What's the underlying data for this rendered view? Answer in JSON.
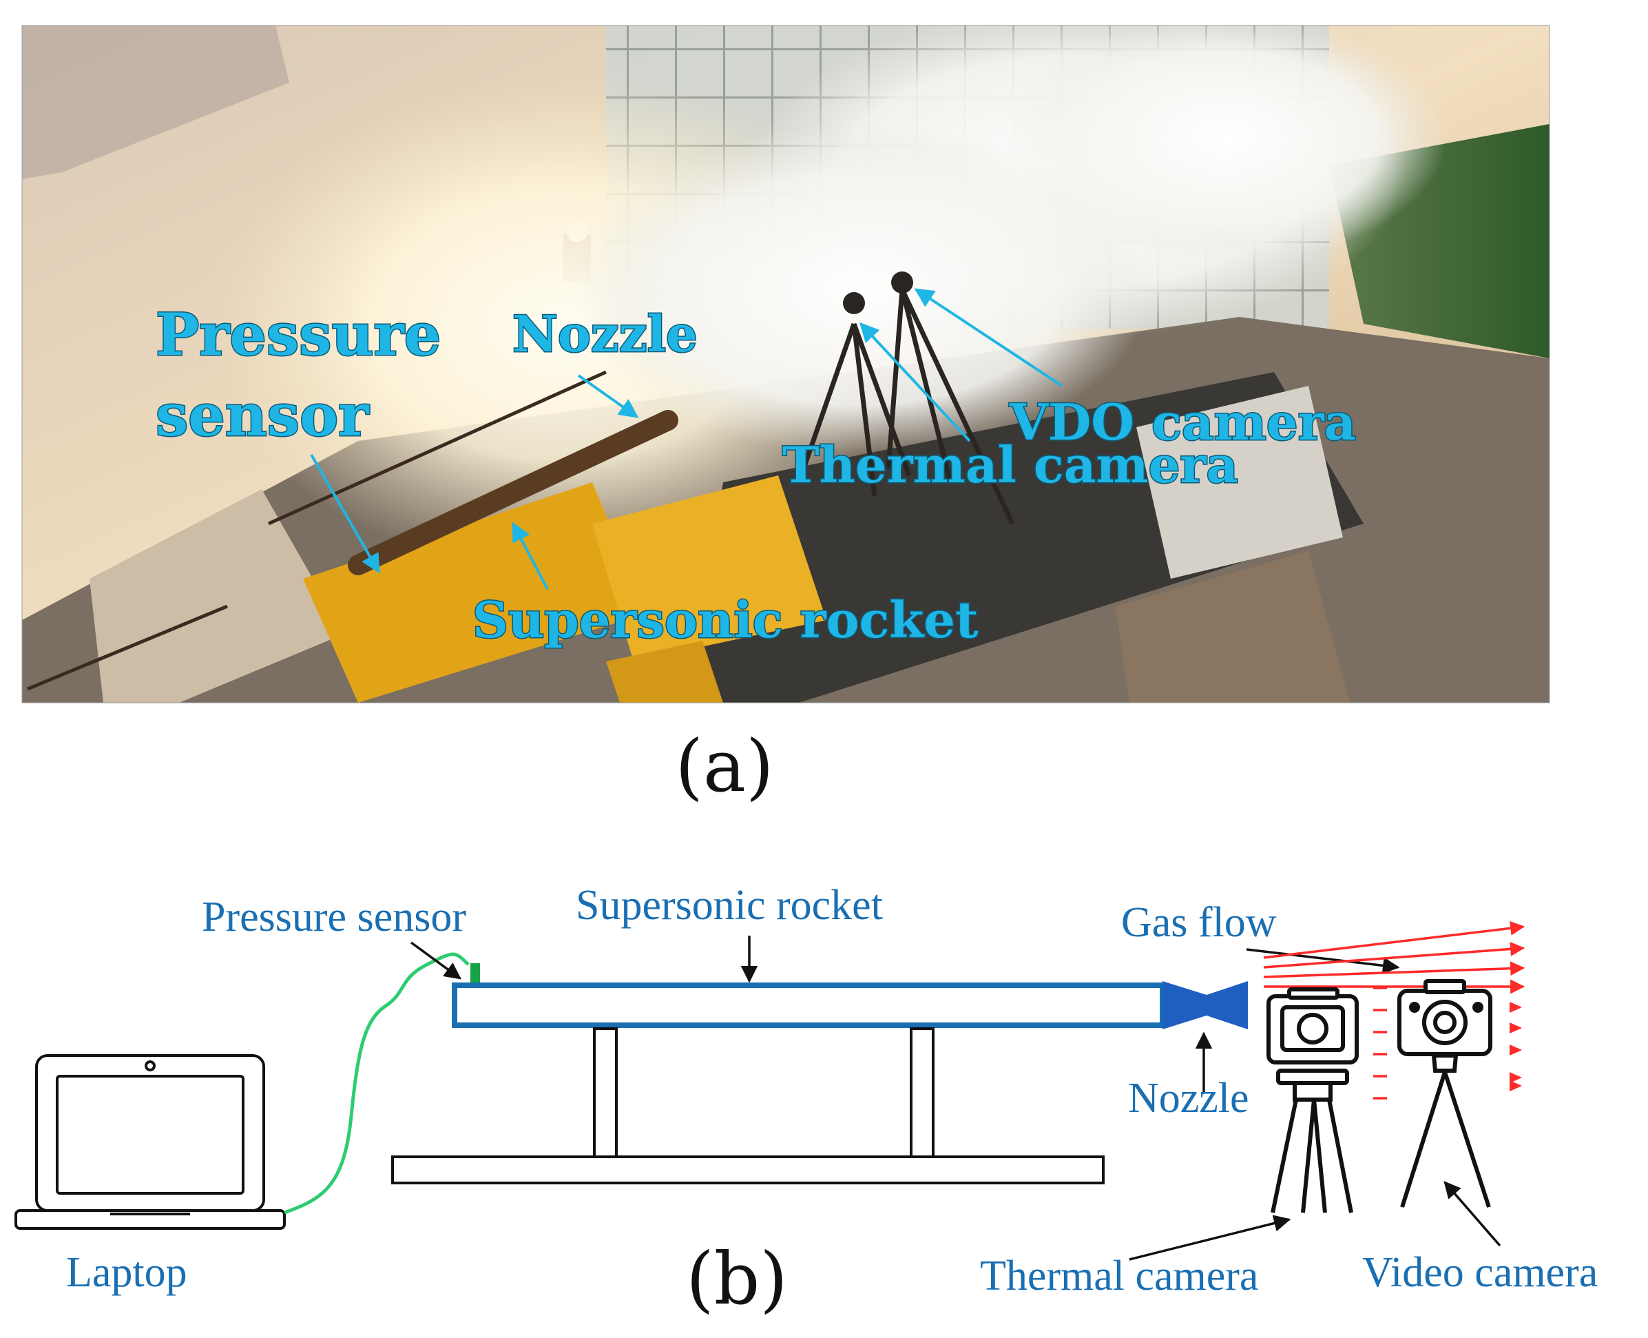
{
  "photo": {
    "labels": {
      "pressure_sensor_line1": "Pressure",
      "pressure_sensor_line2": "sensor",
      "nozzle": "Nozzle",
      "vdo_camera": "VDO camera",
      "thermal_camera": "Thermal camera",
      "supersonic_rocket": "Supersonic rocket"
    },
    "colors": {
      "label": "#1fb6e6",
      "arrow": "#1fb6e6"
    }
  },
  "panels": {
    "a": "(a)",
    "b": "(b)"
  },
  "diagram": {
    "labels": {
      "pressure_sensor": "Pressure sensor",
      "supersonic_rocket": "Supersonic rocket",
      "gas_flow": "Gas flow",
      "nozzle": "Nozzle",
      "laptop": "Laptop",
      "thermal_camera": "Thermal camera",
      "video_camera": "Video camera"
    },
    "colors": {
      "label": "#1a6fb3",
      "rocket_tube": "#1a6fb3",
      "nozzle": "#1f5fc0",
      "sensor": "#17a34a",
      "cable": "#2ecc71",
      "gas_flow": "#ff2a2a",
      "outline": "#111111"
    },
    "icons": [
      "laptop-icon",
      "thermal-camera-icon",
      "video-camera-icon",
      "tripod-icon",
      "nozzle-icon"
    ]
  }
}
